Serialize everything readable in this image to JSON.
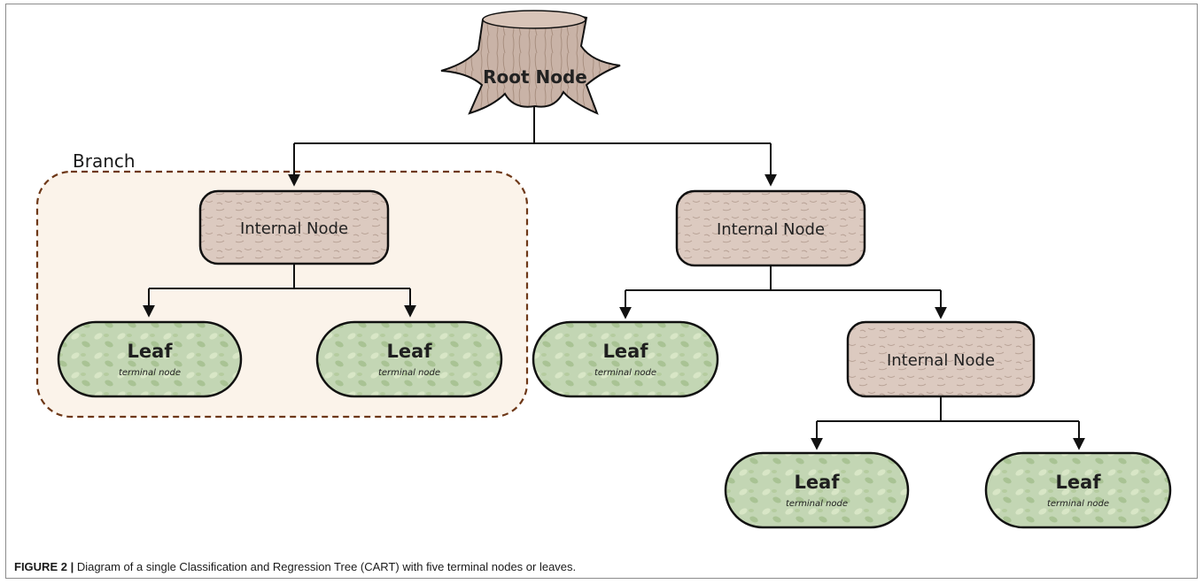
{
  "diagram": {
    "root": {
      "label": "Root Node"
    },
    "branch_label": "Branch",
    "internal_nodes": [
      {
        "label": "Internal Node"
      },
      {
        "label": "Internal Node"
      },
      {
        "label": "Internal Node"
      }
    ],
    "leaves": [
      {
        "label": "Leaf",
        "sublabel": "terminal node"
      },
      {
        "label": "Leaf",
        "sublabel": "terminal node"
      },
      {
        "label": "Leaf",
        "sublabel": "terminal node"
      },
      {
        "label": "Leaf",
        "sublabel": "terminal node"
      },
      {
        "label": "Leaf",
        "sublabel": "terminal node"
      }
    ],
    "colors": {
      "stump": "#c9b3a7",
      "internal_fill": "#dccac0",
      "leaf_fill": "#c3d6b4",
      "branch_fill": "#fbf3ea",
      "branch_border": "#6e3818",
      "connector": "#111111"
    }
  },
  "caption": {
    "label": "FIGURE 2 |",
    "text": " Diagram of a single Classification and Regression Tree (CART) with five terminal nodes or leaves."
  }
}
